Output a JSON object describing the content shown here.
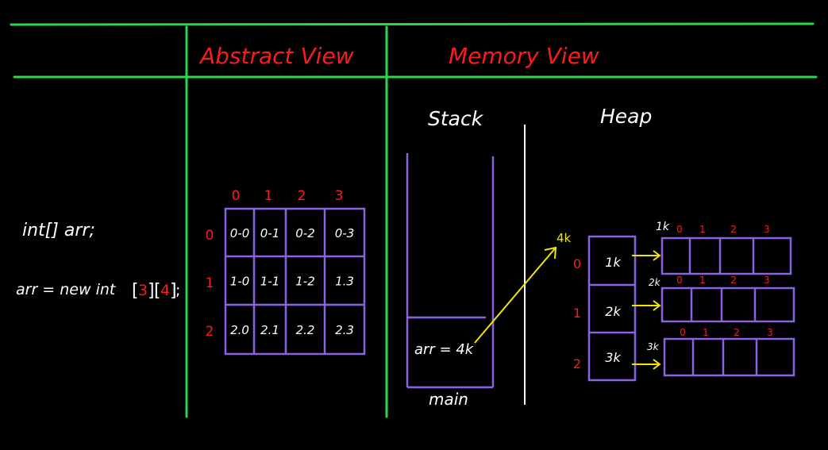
{
  "colors": {
    "background": "#000000",
    "green": "#2bd84a",
    "red": "#ff1a1a",
    "white": "#ffffff",
    "purple": "#8a63e0",
    "yellow": "#f2e600"
  },
  "headers": {
    "abstract_view": "Abstract View",
    "memory_view": "Memory View"
  },
  "code": {
    "declaration": "int[] arr;",
    "allocation_prefix": "arr = new int",
    "rows_dim": "3",
    "cols_dim": "4",
    "terminator": ";"
  },
  "abstract": {
    "col_indices": [
      "0",
      "1",
      "2",
      "3"
    ],
    "row_indices": [
      "0",
      "1",
      "2"
    ],
    "cells": [
      [
        "0-0",
        "0-1",
        "0-2",
        "0-3"
      ],
      [
        "1-0",
        "1-1",
        "1-2",
        "1.3"
      ],
      [
        "2.0",
        "2.1",
        "2.2",
        "2.3"
      ]
    ]
  },
  "memory": {
    "stack_label": "Stack",
    "heap_label": "Heap",
    "stack_var": "arr = 4k",
    "frame_label": "main",
    "outer_address": "4k",
    "outer_indices": [
      "0",
      "1",
      "2"
    ],
    "outer_values": [
      "1k",
      "2k",
      "3k"
    ],
    "inner_arrays": [
      {
        "address": "1k",
        "indices": [
          "0",
          "1",
          "2",
          "3"
        ]
      },
      {
        "address": "2k",
        "indices": [
          "0",
          "1",
          "2",
          "3"
        ]
      },
      {
        "address": "3k",
        "indices": [
          "0",
          "1",
          "2",
          "3"
        ]
      }
    ]
  }
}
